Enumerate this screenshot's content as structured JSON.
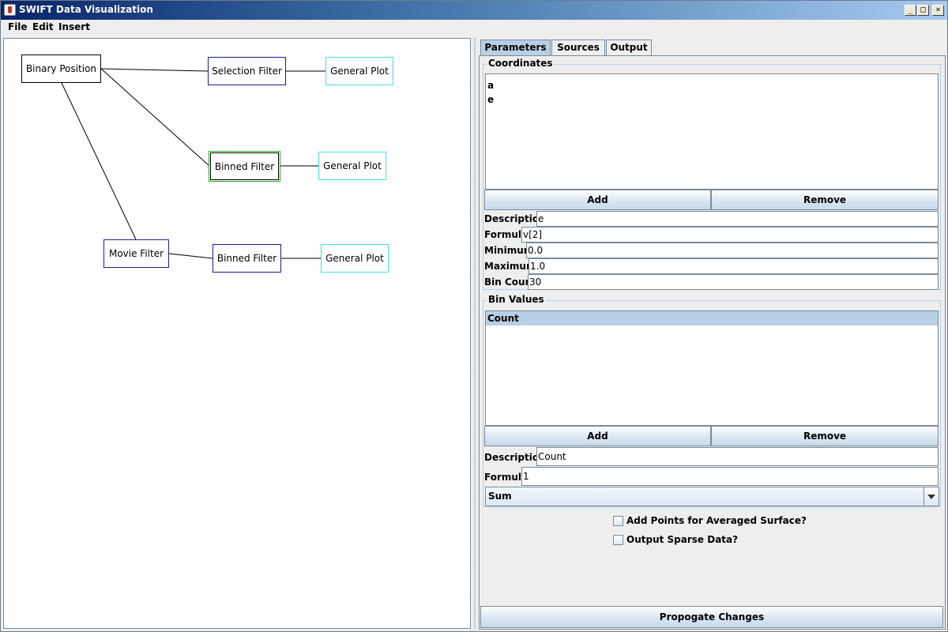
{
  "window": {
    "title": "SWIFT Data Visualization"
  },
  "menu": [
    "File",
    "Edit",
    "Insert"
  ],
  "graph": {
    "nodes": {
      "binary_position": "Binary Position",
      "selection_filter": "Selection Filter",
      "general_plot_1": "General Plot",
      "binned_filter_1": "Binned Filter",
      "general_plot_2": "General Plot",
      "movie_filter": "Movie Filter",
      "binned_filter_2": "Binned Filter",
      "general_plot_3": "General Plot"
    }
  },
  "tabs": [
    "Parameters",
    "Sources",
    "Output"
  ],
  "coordinates": {
    "title": "Coordinates",
    "items": [
      "a",
      "e"
    ],
    "add_label": "Add",
    "remove_label": "Remove",
    "description_label": "Description",
    "description_value": "e",
    "formula_label": "Formula",
    "formula_value": "v[2]",
    "minimum_label": "Minimum",
    "minimum_value": "0.0",
    "maximum_label": "Maximum",
    "maximum_value": "1.0",
    "bincount_label": "Bin Count",
    "bincount_value": "30"
  },
  "bin_values": {
    "title": "Bin Values",
    "items": [
      "Count"
    ],
    "add_label": "Add",
    "remove_label": "Remove",
    "description_label": "Description",
    "description_value": "Count",
    "formula_label": "Formula",
    "formula_value": "1",
    "aggregate_value": "Sum"
  },
  "options": {
    "averaged_surface_label": "Add Points for Averaged Surface?",
    "sparse_data_label": "Output Sparse Data?"
  },
  "propagate_label": "Propogate Changes"
}
